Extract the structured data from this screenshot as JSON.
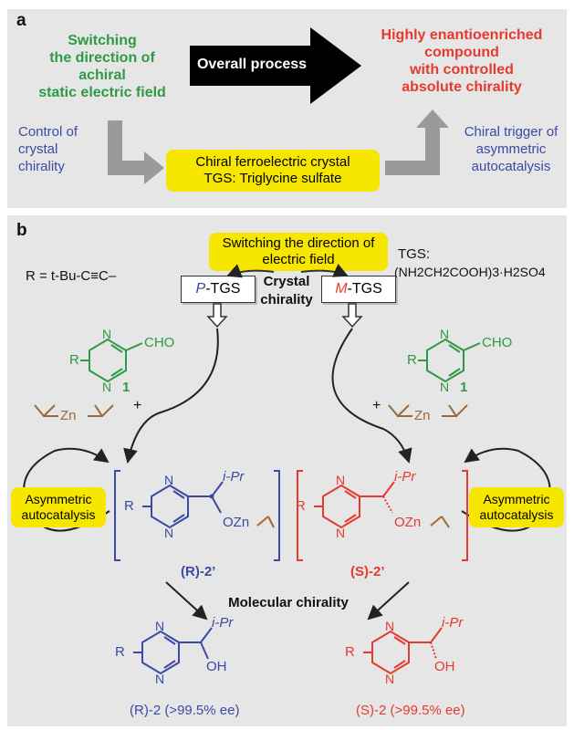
{
  "panel_a": {
    "label": "a",
    "left_text": [
      "Switching",
      "the direction of",
      "achiral",
      "static electric field"
    ],
    "arrow_label": "Overall process",
    "right_text": [
      "Highly enantioenriched",
      "compound",
      "with controlled",
      "absolute chirality"
    ],
    "control_text": [
      "Control of",
      "crystal",
      "chirality"
    ],
    "center_box": [
      "Chiral ferroelectric crystal",
      "TGS: Triglycine sulfate"
    ],
    "trigger_text": [
      "Chiral trigger of",
      "asymmetric",
      "autocatalysis"
    ]
  },
  "panel_b": {
    "label": "b",
    "switch_box": [
      "Switching the direction of",
      "electric field"
    ],
    "tgs_label": "TGS:",
    "tgs_formula": "(NH2CH2COOH)3·H2SO4",
    "r_def": "R = t-Bu-C≡C–",
    "p_tgs_prefix": "P",
    "p_tgs_suffix": "-TGS",
    "m_tgs_prefix": "M",
    "m_tgs_suffix": "-TGS",
    "crystal_chirality": [
      "Crystal",
      "chirality"
    ],
    "aldehyde": "CHO",
    "compound_num": "1",
    "plus": "+",
    "zn": "Zn",
    "r": "R",
    "n": "N",
    "ipr": "i-Pr",
    "ozn": "OZn",
    "oh": "OH",
    "autocatalysis": [
      "Asymmetric",
      "autocatalysis"
    ],
    "r2prime": "(R)-2’",
    "s2prime": "(S)-2’",
    "molecular_chirality": "Molecular chirality",
    "r2_result": "(R)-2 (>99.5% ee)",
    "s2_result": "(S)-2 (>99.5% ee)"
  },
  "colors": {
    "green": "#2e9a45",
    "red": "#e63a2e",
    "blue": "#3a4aa5",
    "yellow": "#f7e600",
    "brown": "#9a6a3a",
    "panel": "#e6e6e6"
  }
}
